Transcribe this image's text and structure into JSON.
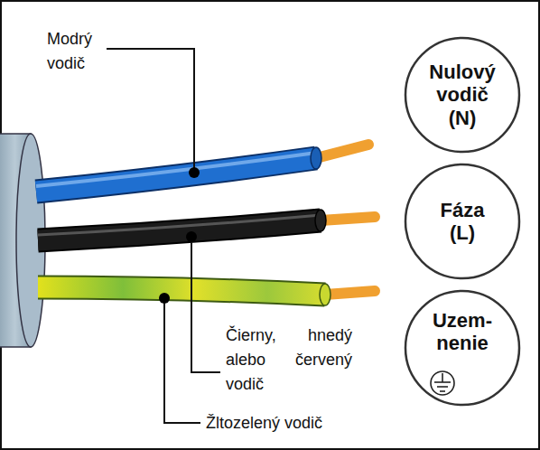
{
  "diagram": {
    "nodes": [
      {
        "text": [
          "Nulový vodič (N)"
        ]
      },
      {
        "text": [
          "Fáza (L)"
        ]
      },
      {
        "text": [
          "Uzem- nenie"
        ]
      }
    ],
    "labels": [
      "Modrý vodič",
      "Čierny, hnedý alebo červený vodič",
      "Žltozelený vodič"
    ]
  }
}
